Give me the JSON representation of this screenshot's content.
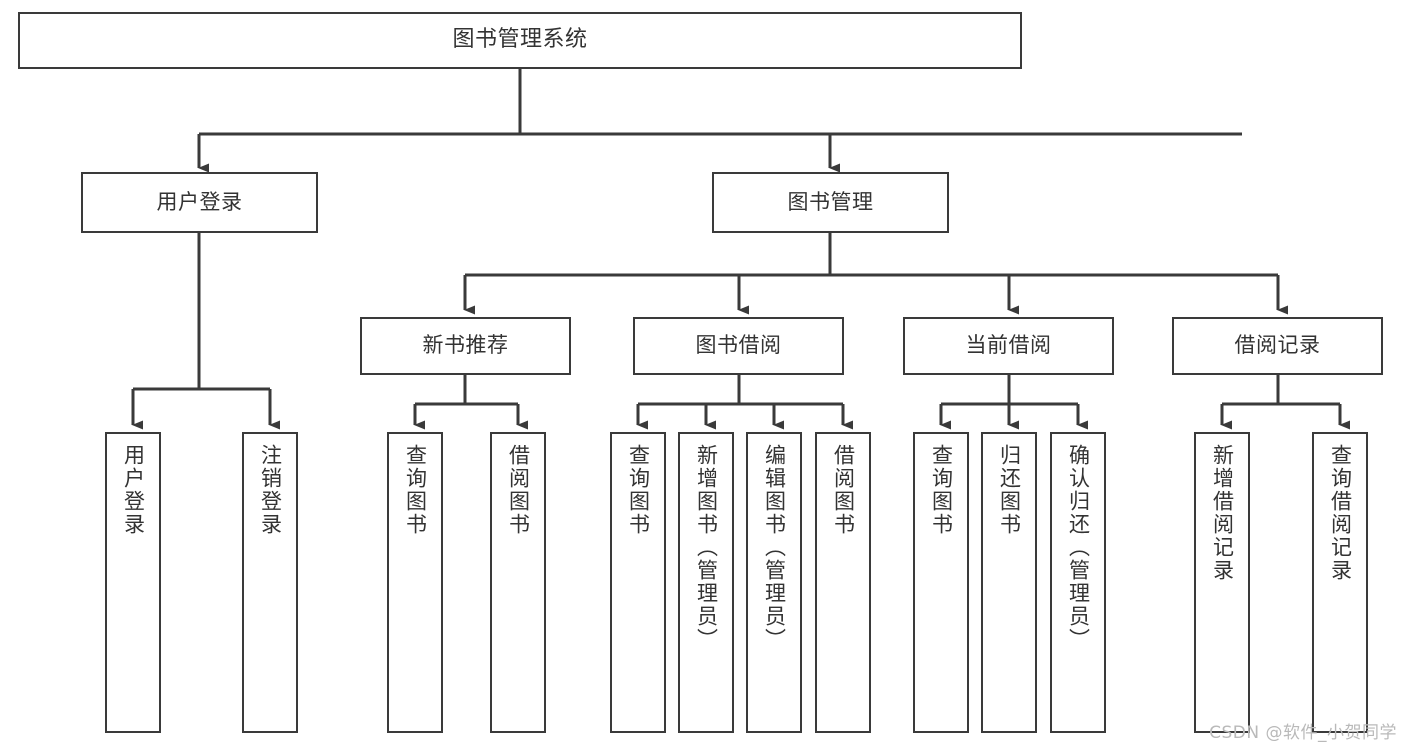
{
  "diagram": {
    "type": "tree",
    "title": "图书管理系统",
    "watermark": "CSDN @软件_小贺同学",
    "colors": {
      "border": "#3a3a3a",
      "text": "#333333",
      "background": "#ffffff",
      "watermark": "#b9b9b9"
    },
    "nodes": {
      "root": {
        "label": "图书管理系统"
      },
      "level2": [
        {
          "id": "user-login",
          "label": "用户登录"
        },
        {
          "id": "book-manage",
          "label": "图书管理"
        }
      ],
      "level3": [
        {
          "id": "new-book-recommend",
          "label": "新书推荐"
        },
        {
          "id": "book-borrow",
          "label": "图书借阅"
        },
        {
          "id": "current-borrow",
          "label": "当前借阅"
        },
        {
          "id": "borrow-record",
          "label": "借阅记录"
        }
      ],
      "leaves": {
        "user_login": [
          {
            "id": "leaf-user-login",
            "label": "用户登录"
          },
          {
            "id": "leaf-logout",
            "label": "注销登录"
          }
        ],
        "new_book_recommend": [
          {
            "id": "leaf-query-book-1",
            "label": "查询图书"
          },
          {
            "id": "leaf-borrow-book-1",
            "label": "借阅图书"
          }
        ],
        "book_borrow": [
          {
            "id": "leaf-query-book-2",
            "label": "查询图书"
          },
          {
            "id": "leaf-add-book",
            "label": "新增图书（管理员）"
          },
          {
            "id": "leaf-edit-book",
            "label": "编辑图书（管理员）"
          },
          {
            "id": "leaf-borrow-book-2",
            "label": "借阅图书"
          }
        ],
        "current_borrow": [
          {
            "id": "leaf-query-book-3",
            "label": "查询图书"
          },
          {
            "id": "leaf-return-book",
            "label": "归还图书"
          },
          {
            "id": "leaf-confirm-return",
            "label": "确认归还（管理员）"
          }
        ],
        "borrow_record": [
          {
            "id": "leaf-add-record",
            "label": "新增借阅记录"
          },
          {
            "id": "leaf-query-record",
            "label": "查询借阅记录"
          }
        ]
      }
    }
  }
}
